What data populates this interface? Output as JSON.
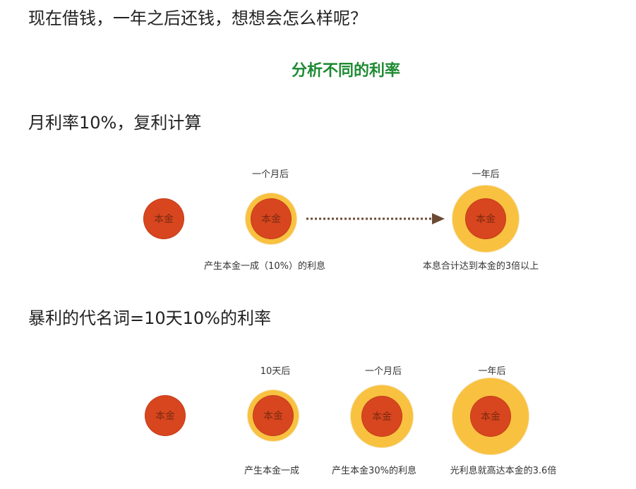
{
  "colors": {
    "principal": "#d8461f",
    "interest": "#f8c13f",
    "accent_green": "#1e8a33",
    "arrow": "#6b4a34"
  },
  "heading_top": "现在借钱，一年之后还钱，想想会怎么样呢？",
  "subtitle": "分析不同的利率",
  "section1": {
    "heading": "月利率10%，复利计算",
    "coin_label": "本金",
    "label_one_month": "一个月后",
    "label_one_year": "一年后",
    "caption_month": "产生本金一成（10%）的利息",
    "caption_year": "本息合计达到本金的3倍以上"
  },
  "section2": {
    "heading": "暴利的代名词=10天10%的利率",
    "coin_label": "本金",
    "label_ten_days": "10天后",
    "label_one_month": "一个月后",
    "label_one_year": "一年后",
    "caption_ten_days": "产生本金一成",
    "caption_month": "产生本金30%的利息",
    "caption_year": "光利息就高达本金的3.6倍"
  }
}
